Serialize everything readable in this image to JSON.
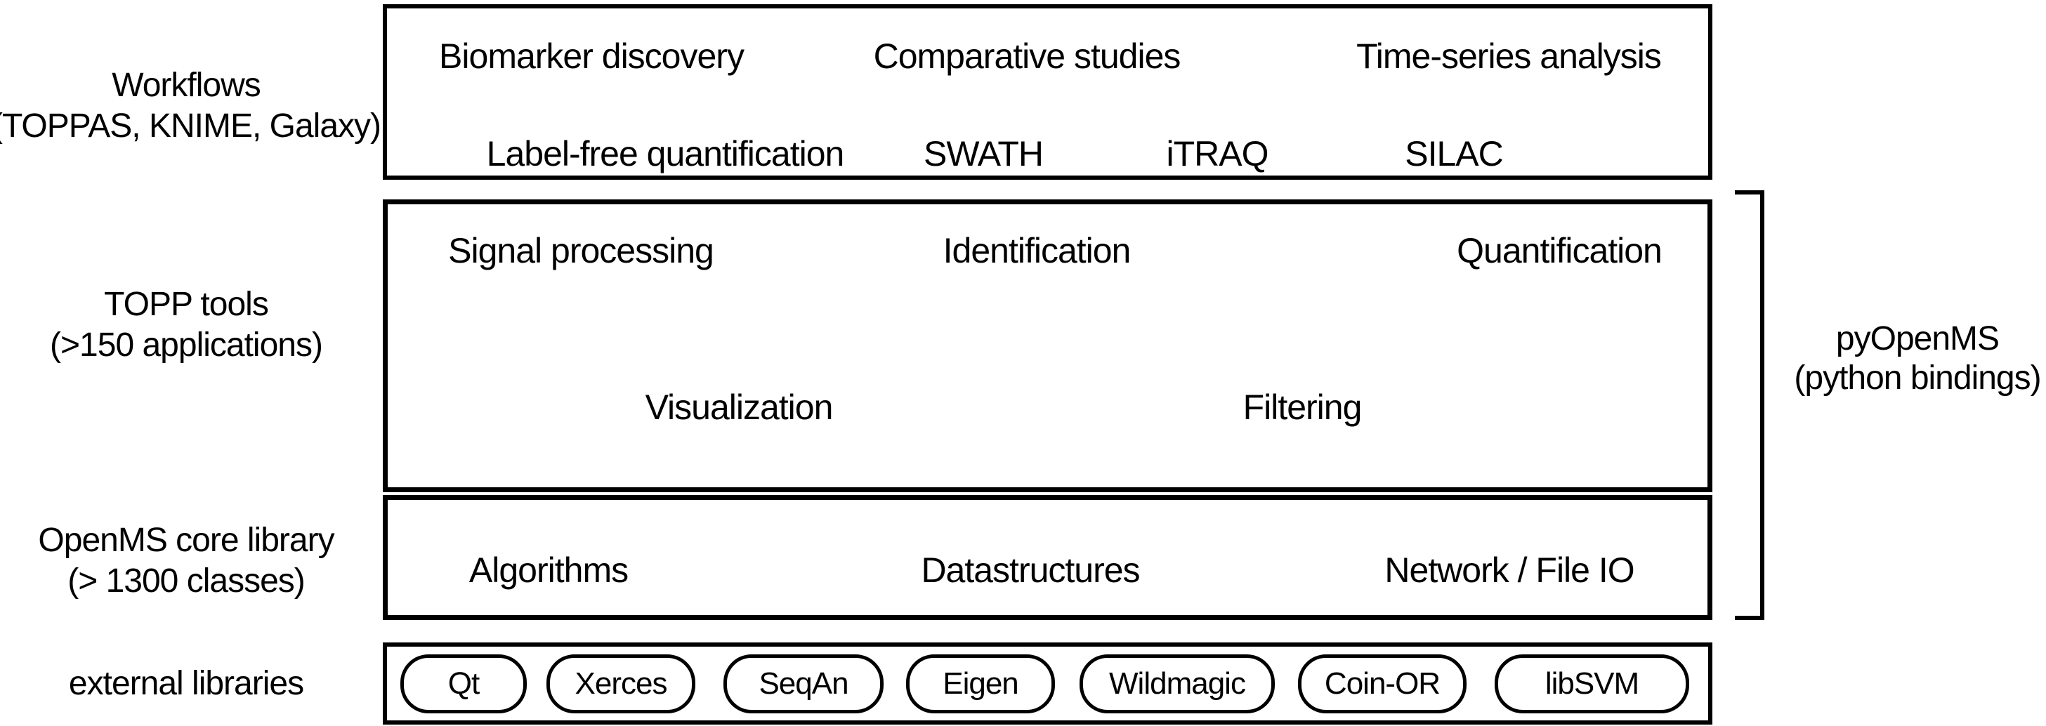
{
  "figure": {
    "layers": [
      {
        "name": "workflows",
        "side_label": {
          "line1": "Workflows",
          "line2": "(TOPPAS, KNIME, Galaxy)"
        },
        "row1": [
          "Biomarker discovery",
          "Comparative studies",
          "Time-series analysis"
        ],
        "row2": [
          "Label-free quantification",
          "SWATH",
          "iTRAQ",
          "SILAC"
        ]
      },
      {
        "name": "topp_tools",
        "side_label": {
          "line1": "TOPP tools",
          "line2": "(>150 applications)"
        },
        "row1": [
          "Signal processing",
          "Identification",
          "Quantification"
        ],
        "row2": [
          "Visualization",
          "Filtering"
        ]
      },
      {
        "name": "core_library",
        "side_label": {
          "line1": "OpenMS core library",
          "line2": "(> 1300 classes)"
        },
        "row1": [
          "Algorithms",
          "Datastructures",
          "Network / File IO"
        ]
      },
      {
        "name": "external_libraries",
        "side_label": {
          "line1": "external libraries"
        },
        "pills": [
          "Qt",
          "Xerces",
          "SeqAn",
          "Eigen",
          "Wildmagic",
          "Coin-OR",
          "libSVM"
        ]
      }
    ],
    "bracket": {
      "line1": "pyOpenMS",
      "line2": "(python bindings)"
    },
    "colors": {
      "ink": "#000000",
      "background": "#ffffff"
    }
  }
}
